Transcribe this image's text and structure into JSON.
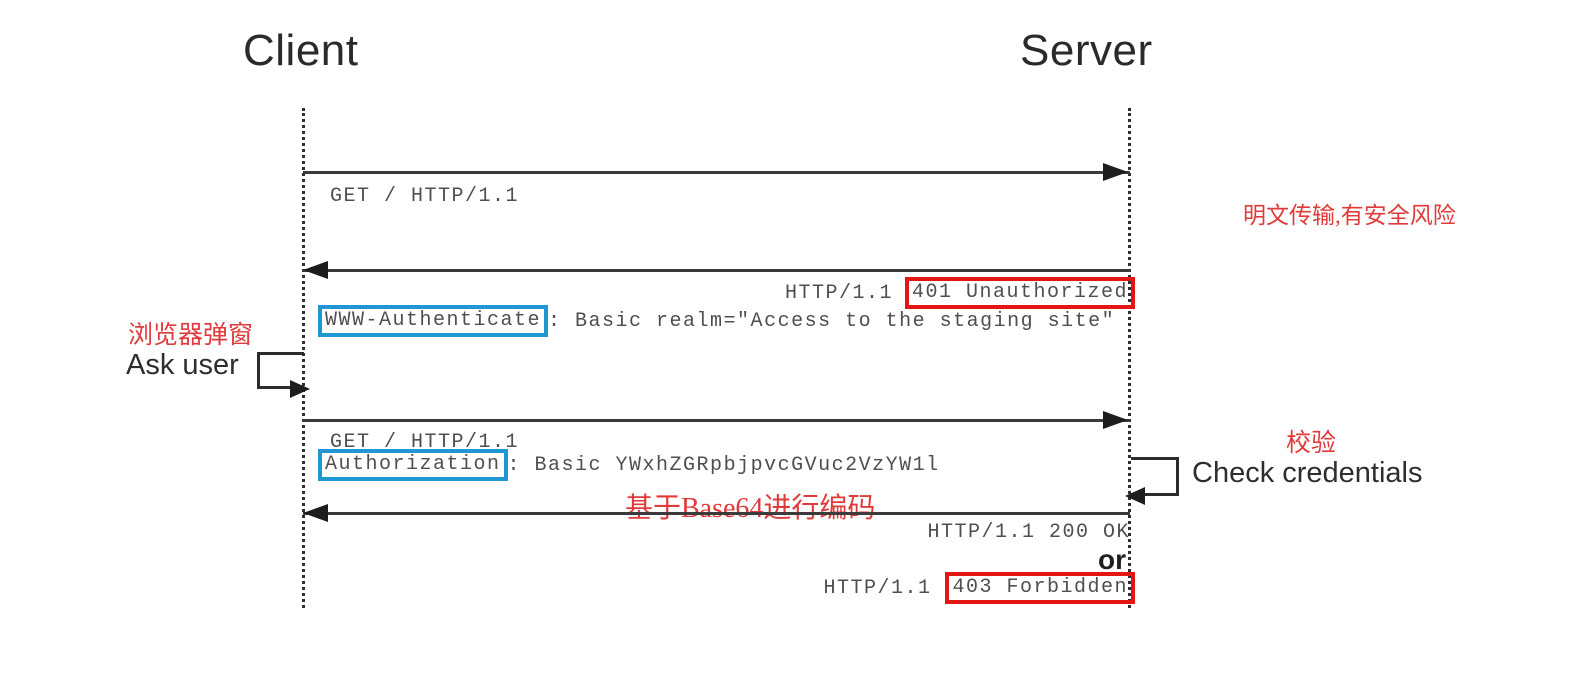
{
  "diagram": {
    "actors": {
      "client": "Client",
      "server": "Server"
    },
    "messages": {
      "request1": "GET / HTTP/1.1",
      "response1_prefix": "HTTP/1.1",
      "response1_status": "401 Unauthorized",
      "response1_header_name": "WWW-Authenticate",
      "response1_header_rest": ": Basic realm=\"Access to the staging site\"",
      "request2_line1": "GET / HTTP/1.1",
      "request2_header_name": "Authorization",
      "request2_header_rest": ": Basic YWxhZGRpbjpvcGVuc2VzYW1l",
      "response2_ok": "HTTP/1.1 200 OK",
      "or_label": "or",
      "response2_forbidden_prefix": "HTTP/1.1",
      "response2_forbidden_status": "403 Forbidden"
    },
    "annotations": {
      "plaintext_warning": "明文传输,有安全风险",
      "browser_popup": "浏览器弹窗",
      "ask_user": "Ask user",
      "base64_note": "基于Base64进行编码",
      "check_cn": "校验",
      "check_credentials": "Check credentials"
    },
    "colors": {
      "red_box": "#e31515",
      "blue_box": "#1f97d4",
      "red_annotation": "#e03a3a",
      "line": "#3b3b3b",
      "mono_text": "#4f4f4f",
      "title_text": "#2a2a2a"
    }
  }
}
